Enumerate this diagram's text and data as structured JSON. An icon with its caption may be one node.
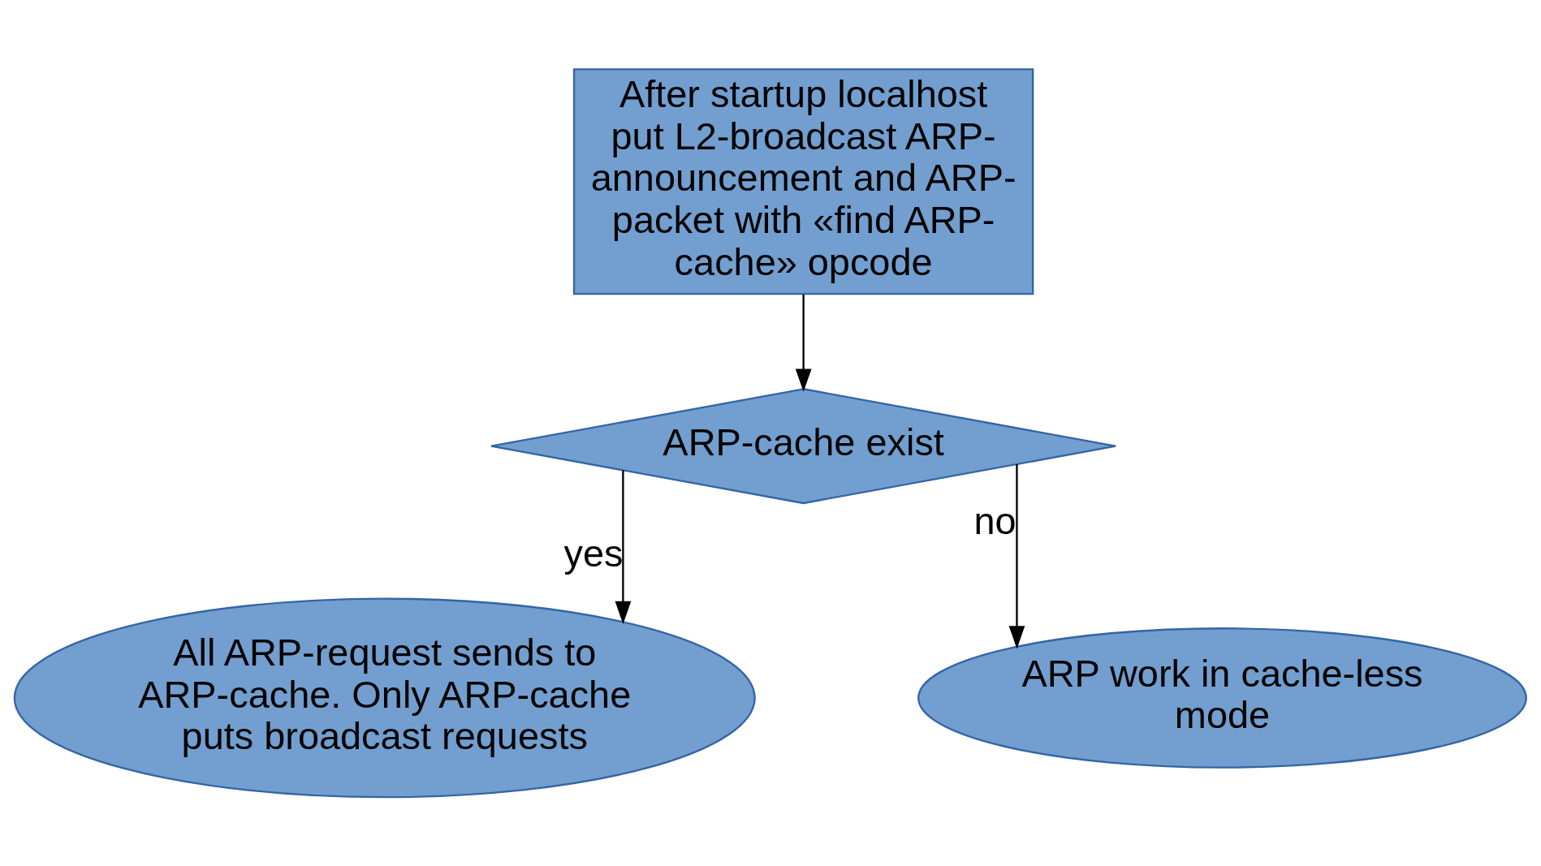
{
  "diagram": {
    "nodes": [
      {
        "text": [
          "After startup localhost put L2-broadcast ARP-announcement and ARP-packet with «find ARP-cache» opcode"
        ]
      },
      {
        "text": [
          "ARP-cache exist"
        ]
      },
      {
        "text": [
          "All ARP-request sends to ARP-cache. Only ARP-cache puts broadcast requests"
        ]
      },
      {
        "text": [
          "ARP work in cache-less mode"
        ]
      }
    ],
    "edges": [
      {
        "from": 0,
        "to": 1,
        "arrow": "to"
      },
      {
        "from": 1,
        "to": 2,
        "arrow": "to",
        "label": "yes"
      },
      {
        "from": 1,
        "to": 3,
        "arrow": "to",
        "label": "no"
      }
    ]
  }
}
